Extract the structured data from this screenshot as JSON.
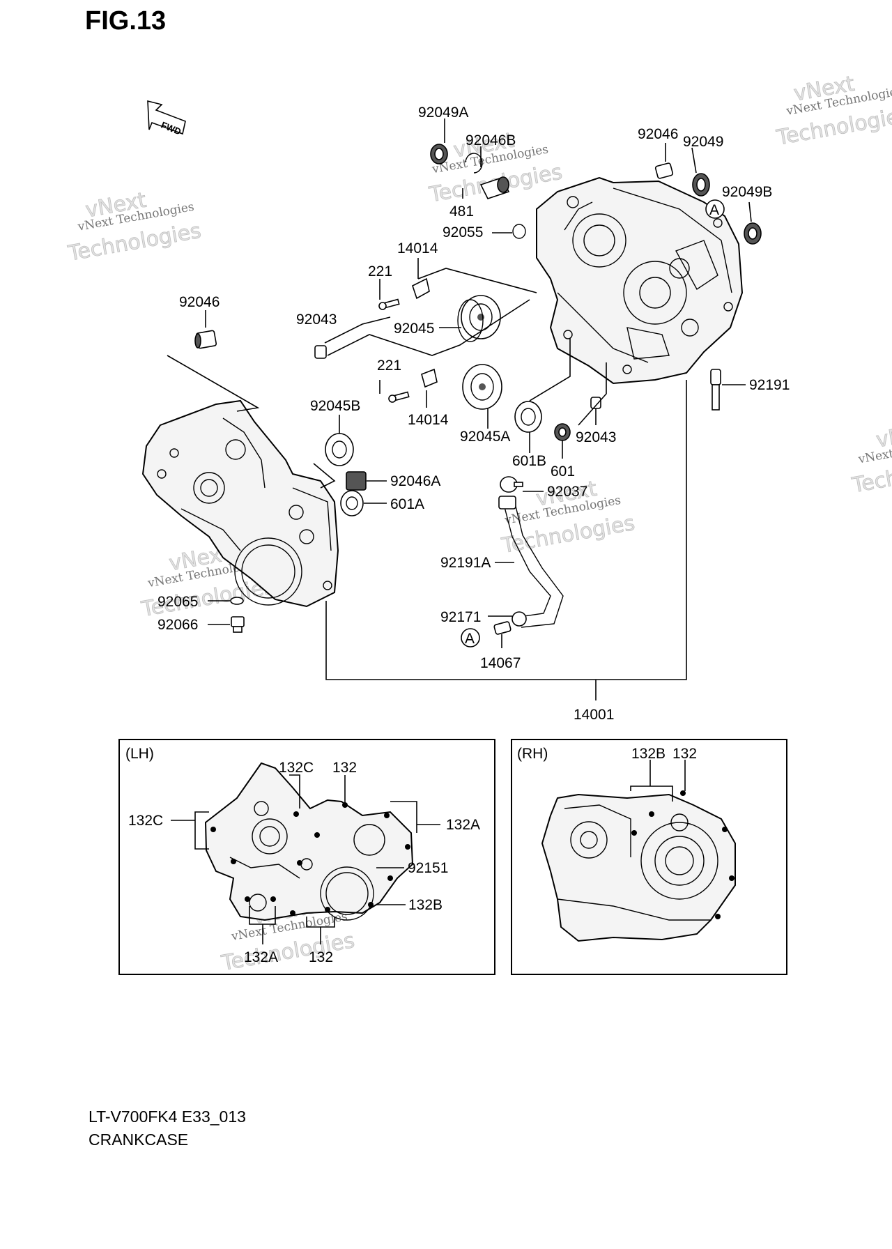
{
  "figure_title": "FIG.13",
  "fwd_label": "FWD",
  "watermark": {
    "line1": "vNext Technologies",
    "line2": "vNext",
    "line3": "Technologies"
  },
  "callouts": {
    "c92049A": "92049A",
    "c92046B": "92046B",
    "c481": "481",
    "c92055": "92055",
    "c92046_top": "92046",
    "c92049": "92049",
    "c92049B": "92049B",
    "cA_top": "A",
    "c14014_top": "14014",
    "c221_top": "221",
    "c92046_left": "92046",
    "c92043_left": "92043",
    "c92045": "92045",
    "c221_bottom": "221",
    "c14014_bottom": "14014",
    "c92045A": "92045A",
    "c601B": "601B",
    "c601": "601",
    "c92043_right": "92043",
    "c92191": "92191",
    "c92045B": "92045B",
    "c92046A": "92046A",
    "c601A": "601A",
    "c92037": "92037",
    "c92191A": "92191A",
    "c92065": "92065",
    "c92066": "92066",
    "c92171": "92171",
    "cA_bottom": "A",
    "c14067": "14067",
    "c14001": "14001"
  },
  "lh_panel": {
    "title": "(LH)",
    "c132C_top": "132C",
    "c132_top": "132",
    "c132C_left": "132C",
    "c132A_right": "132A",
    "c92151": "92151",
    "c132B": "132B",
    "c132A_bottom": "132A",
    "c132_bottom": "132"
  },
  "rh_panel": {
    "title": "(RH)",
    "c132B": "132B",
    "c132": "132"
  },
  "footer": {
    "model_code": "LT-V700FK4 E33_013",
    "section_name": "CRANKCASE"
  }
}
